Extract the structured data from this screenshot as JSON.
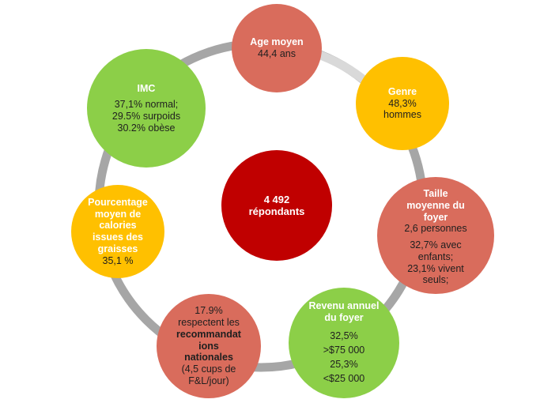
{
  "colors": {
    "ring": "#a6a6a6",
    "red": "#d96c5c",
    "dark_red": "#c00000",
    "green": "#8ccf48",
    "yellow": "#ffc000"
  },
  "center": {
    "title": "4 492\nrépondants"
  },
  "nodes": {
    "age": {
      "title": "Age moyen",
      "body": "44,4 ans"
    },
    "gender": {
      "title": "Genre",
      "body": "48,3%\nhommes"
    },
    "household": {
      "title": "Taille\nmoyenne du\nfoyer",
      "body": "2,6 personnes",
      "body2": "32,7% avec\nenfants;\n23,1% vivent\nseuls;"
    },
    "income": {
      "title": "Revenu annuel\ndu foyer",
      "body": "32,5%\n>$75 000\n25,3%\n<$25 000"
    },
    "recommendations": {
      "pre": "17.9%\nrespectent les",
      "title": "recommandat\nions\nnationales",
      "post": "(4,5 cups de\nF&L/jour)"
    },
    "calories": {
      "title": "Pourcentage\nmoyen de\ncalories\nissues des\ngraisses",
      "body": "35,1 %"
    },
    "bmi": {
      "title": "IMC",
      "body": "37,1% normal;\n29.5% surpoids\n30.2% obèse"
    }
  }
}
